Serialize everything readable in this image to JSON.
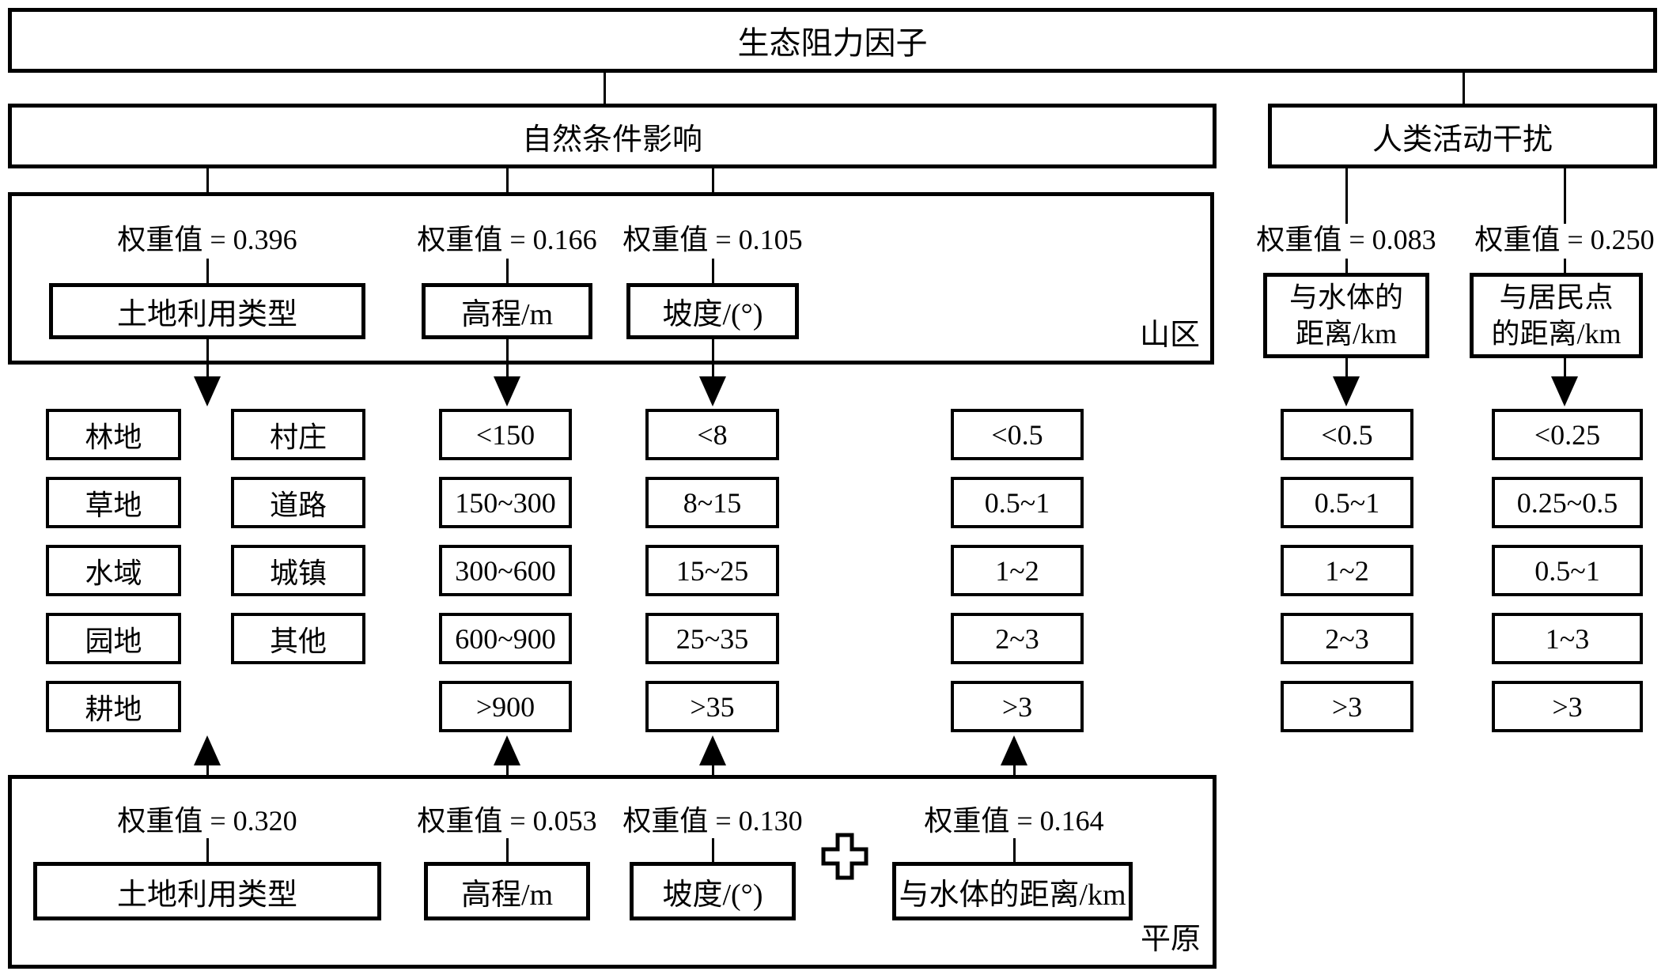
{
  "figure": {
    "title": "生态阻力因子",
    "natural_branch": "自然条件影响",
    "human_branch": "人类活动干扰",
    "mountain_region_label": "山区",
    "plain_region_label": "平原"
  },
  "mountain_factors": [
    {
      "weight": "权重值 = 0.396",
      "label": "土地利用类型"
    },
    {
      "weight": "权重值 = 0.166",
      "label": "高程/m"
    },
    {
      "weight": "权重值 = 0.105",
      "label": "坡度/(°)"
    }
  ],
  "human_factors": [
    {
      "weight": "权重值 = 0.083",
      "line1": "与水体的",
      "line2": "距离/km"
    },
    {
      "weight": "权重值 = 0.250",
      "line1": "与居民点",
      "line2": "的距离/km"
    }
  ],
  "plain_factors": [
    {
      "weight": "权重值 = 0.320",
      "label": "土地利用类型"
    },
    {
      "weight": "权重值 = 0.053",
      "label": "高程/m"
    },
    {
      "weight": "权重值 = 0.130",
      "label": "坡度/(°)"
    },
    {
      "weight": "权重值 = 0.164",
      "label": "与水体的距离/km"
    }
  ],
  "value_columns": {
    "landuse_a": [
      "林地",
      "草地",
      "水域",
      "园地",
      "耕地"
    ],
    "landuse_b": [
      "村庄",
      "道路",
      "城镇",
      "其他"
    ],
    "elevation": [
      "<150",
      "150~300",
      "300~600",
      "600~900",
      ">900"
    ],
    "slope": [
      "<8",
      "8~15",
      "15~25",
      "25~35",
      ">35"
    ],
    "water_mid": [
      "<0.5",
      "0.5~1",
      "1~2",
      "2~3",
      ">3"
    ],
    "water_right": [
      "<0.5",
      "0.5~1",
      "1~2",
      "2~3",
      ">3"
    ],
    "residential": [
      "<0.25",
      "0.25~0.5",
      "0.5~1",
      "1~3",
      ">3"
    ]
  },
  "colors": {
    "stroke": "#000000",
    "background": "#ffffff"
  }
}
